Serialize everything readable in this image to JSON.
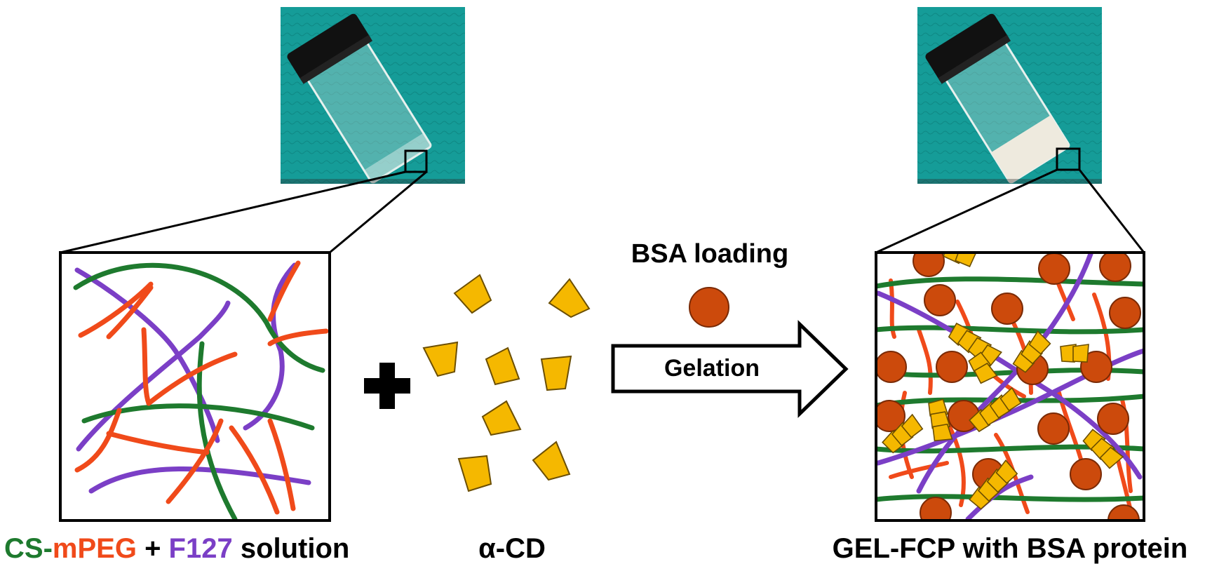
{
  "labels": {
    "left_caption": {
      "part1": "CS",
      "part2": "-",
      "part3": "mPEG",
      "part4": " + ",
      "part5": "F127",
      "part6": " solution"
    },
    "middle_caption": "α-CD",
    "bsa_loading": "BSA loading",
    "gelation": "Gelation",
    "right_caption": "GEL-FCP with BSA protein"
  },
  "colors": {
    "teal_background": "#159c98",
    "cs_green": "#1e7a2e",
    "mpeg_red": "#f04a1a",
    "f127_purple": "#7b3fc6",
    "cd_yellow": "#f5b800",
    "bsa_orange": "#cc4a0c",
    "black": "#000000"
  }
}
